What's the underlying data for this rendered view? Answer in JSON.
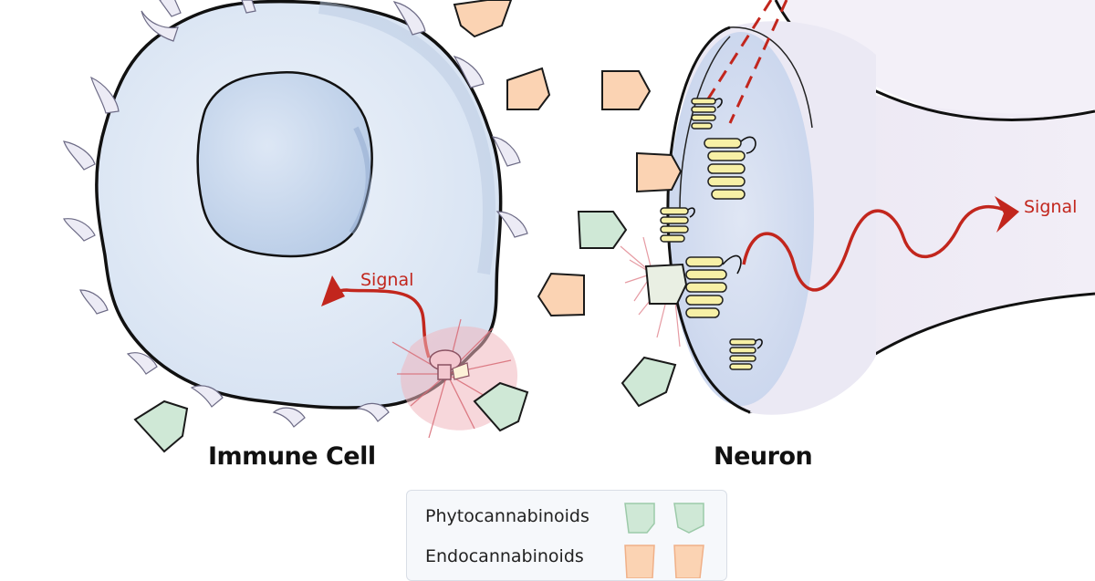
{
  "labels": {
    "immune_cell": "Immune Cell",
    "neuron": "Neuron",
    "signal_immune": "Signal",
    "signal_neuron": "Signal"
  },
  "legend": {
    "phytocannabinoids": "Phytocannabinoids",
    "endocannabinoids": "Endocannabinoids"
  },
  "colors": {
    "phyto_fill": "#cfe8d6",
    "phyto_stroke": "#1a1a1a",
    "endo_fill": "#fbd3b3",
    "signal_red": "#c2261d",
    "cell_fill": "#e4ecf7",
    "nucleus_fill": "#c9d9ee",
    "neuron_fill": "#ece8f3",
    "receptor_yellow": "#f7f0a6"
  }
}
